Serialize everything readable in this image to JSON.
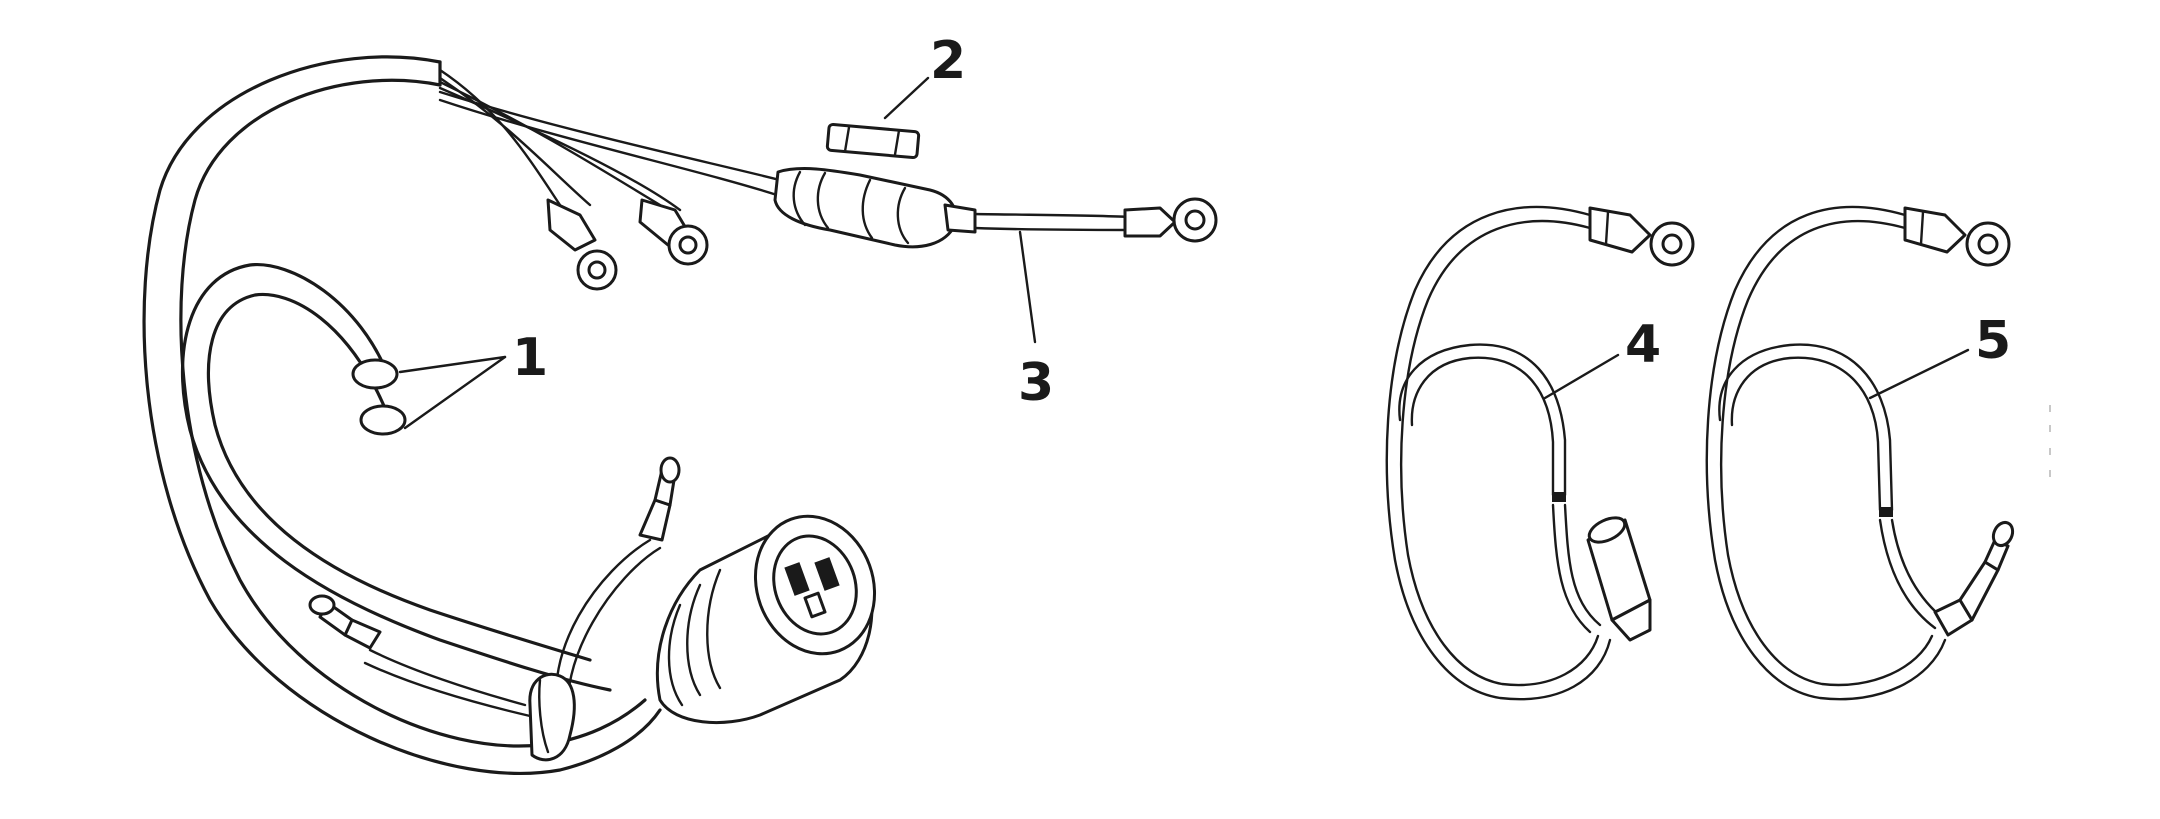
{
  "callouts": {
    "c1": "1",
    "c2": "2",
    "c3": "3",
    "c4": "4",
    "c5": "5"
  },
  "ink_color": "#1a1a1a",
  "background_color": "#ffffff"
}
